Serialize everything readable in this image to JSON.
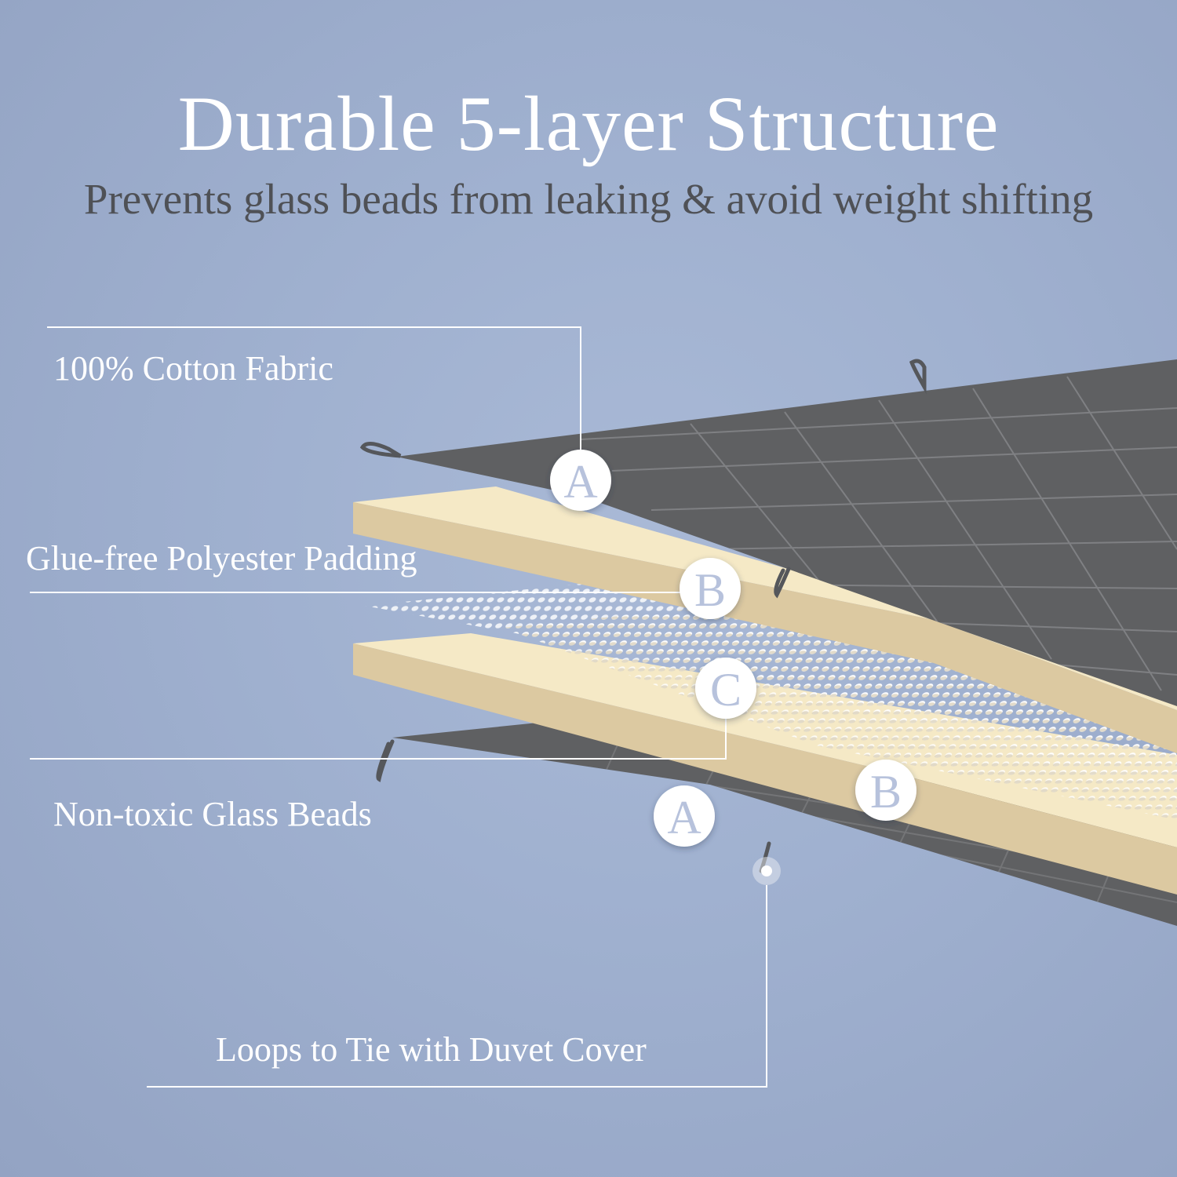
{
  "heading": {
    "title": "Durable 5-layer Structure",
    "subtitle": "Prevents glass beads from leaking & avoid weight shifting"
  },
  "callouts": [
    {
      "label": "100% Cotton Fabric"
    },
    {
      "label": "Glue-free Polyester Padding"
    },
    {
      "label": "Non-toxic Glass Beads"
    },
    {
      "label": "Loops to Tie with Duvet Cover"
    }
  ],
  "badges": {
    "top_fabric": "A",
    "top_padding": "B",
    "beads": "C",
    "bottom_padding": "B",
    "bottom_fabric": "A"
  },
  "colors": {
    "fabric": "#5f6062",
    "padding": "#f5e9c6",
    "padding_side": "#dcc9a1",
    "label_text": "#ffffff",
    "subtitle_text": "#4f5156",
    "badge_letter": "#b7c2dc"
  }
}
